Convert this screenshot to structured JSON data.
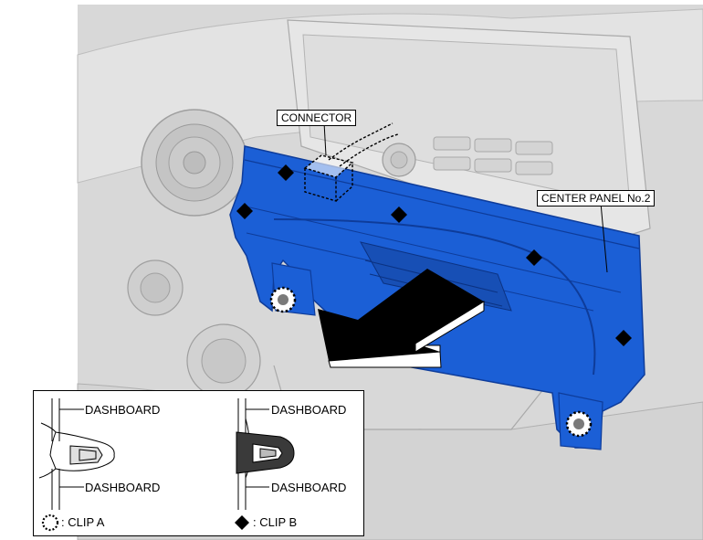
{
  "labels": {
    "connector": "CONNECTOR",
    "center_panel": "CENTER PANEL No.2"
  },
  "legend": {
    "clip_a_left_top": "DASHBOARD",
    "clip_a_left_bottom": "DASHBOARD",
    "clip_a_right_top": "DASHBOARD",
    "clip_a_right_bottom": "DASHBOARD",
    "clip_a_key": ": CLIP A",
    "clip_b_key": ": CLIP B"
  },
  "colors": {
    "panel_blue": "#1b5fd6",
    "panel_blue_dark": "#0e3c9a",
    "background_gray": "#d9d9d9",
    "outline_gray": "#a8a8a8"
  },
  "icons": {
    "clip_a_symbol": "dotted-circle-icon",
    "clip_b_symbol": "black-diamond-icon",
    "removal_direction": "arrow-icon"
  }
}
